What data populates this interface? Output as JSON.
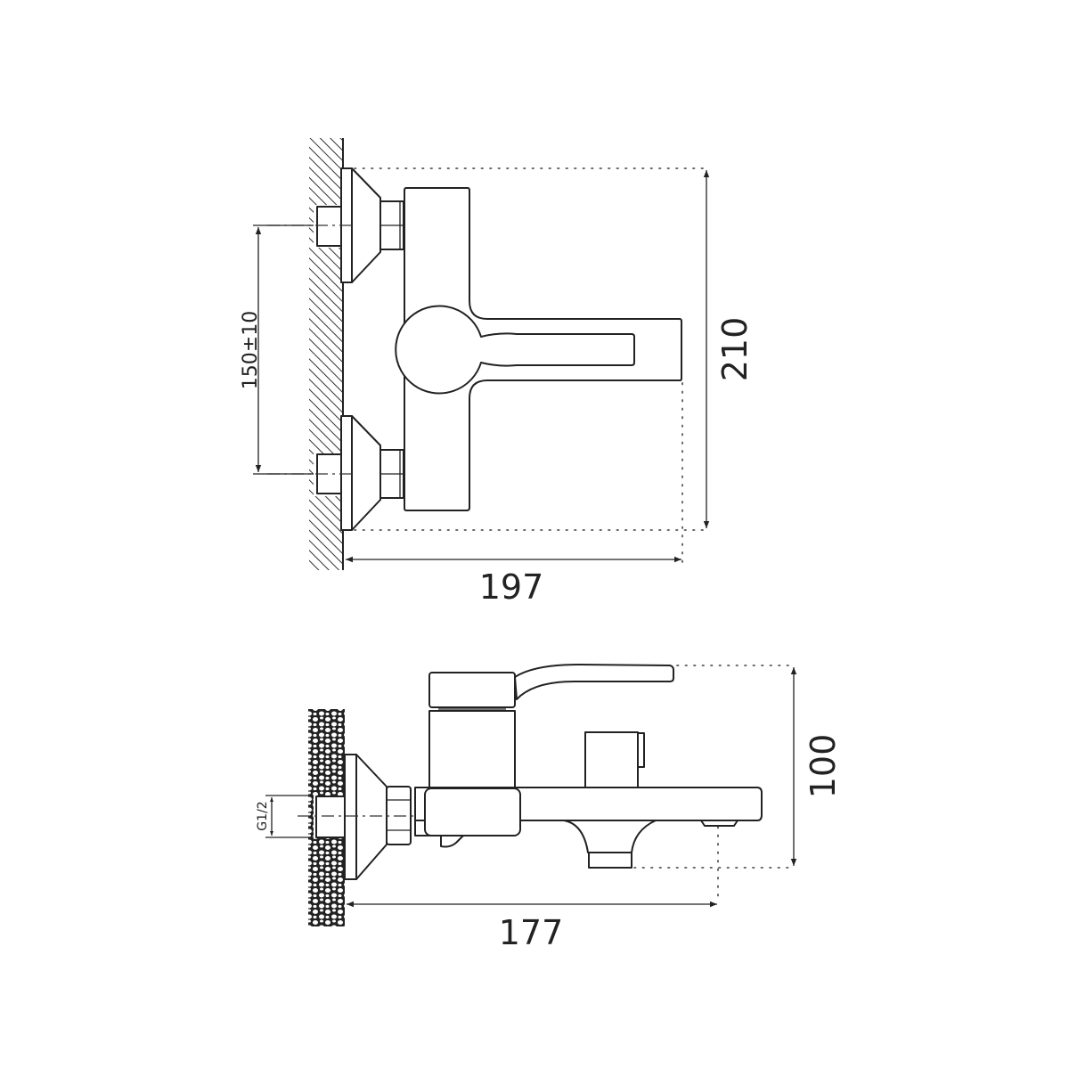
{
  "top_view": {
    "height_label": "210",
    "width_label": "197",
    "inlet_spacing_label": "150±10"
  },
  "side_view": {
    "height_label": "100",
    "depth_label": "177",
    "thread_label": "G1/2"
  },
  "colors": {
    "line": "#222222",
    "background": "#ffffff"
  }
}
